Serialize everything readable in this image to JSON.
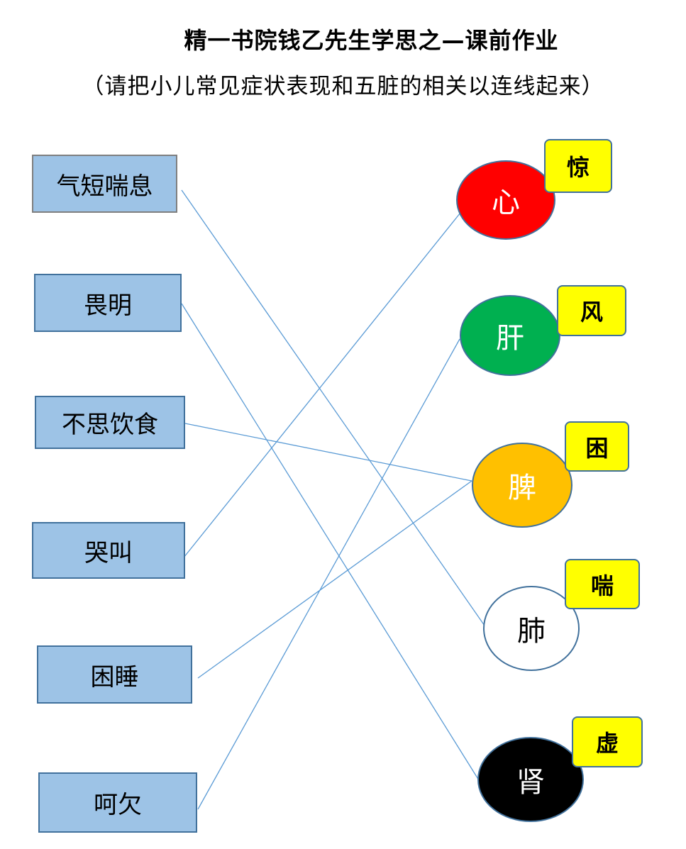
{
  "header": {
    "title": "精一书院钱乙先生学思之—课前作业",
    "subtitle": "（请把小儿常见症状表现和五脏的相关以连线起来）"
  },
  "symptoms": [
    {
      "label": "气短喘息"
    },
    {
      "label": "畏明"
    },
    {
      "label": "不思饮食"
    },
    {
      "label": "哭叫"
    },
    {
      "label": "困睡"
    },
    {
      "label": "呵欠"
    }
  ],
  "organs": [
    {
      "label": "心",
      "fill": "#ff0000",
      "text_color": "#ffffff",
      "tag": "惊"
    },
    {
      "label": "肝",
      "fill": "#00b050",
      "text_color": "#ffffff",
      "tag": "风"
    },
    {
      "label": "脾",
      "fill": "#ffc000",
      "text_color": "#ffffff",
      "tag": "困"
    },
    {
      "label": "肺",
      "fill": "#ffffff",
      "text_color": "#000000",
      "tag": "喘"
    },
    {
      "label": "肾",
      "fill": "#000000",
      "text_color": "#ffffff",
      "tag": "虚"
    }
  ],
  "connections": [
    {
      "symptom": "气短喘息",
      "organ": "肺"
    },
    {
      "symptom": "畏明",
      "organ": "肾"
    },
    {
      "symptom": "不思饮食",
      "organ": "脾"
    },
    {
      "symptom": "哭叫",
      "organ": "心"
    },
    {
      "symptom": "困睡",
      "organ": "脾"
    },
    {
      "symptom": "呵欠",
      "organ": "肝"
    }
  ],
  "colors": {
    "symptom_box_fill": "#9dc3e6",
    "outline": "#41719c",
    "tag_fill": "#ffff00",
    "line": "#5b9bd5"
  }
}
